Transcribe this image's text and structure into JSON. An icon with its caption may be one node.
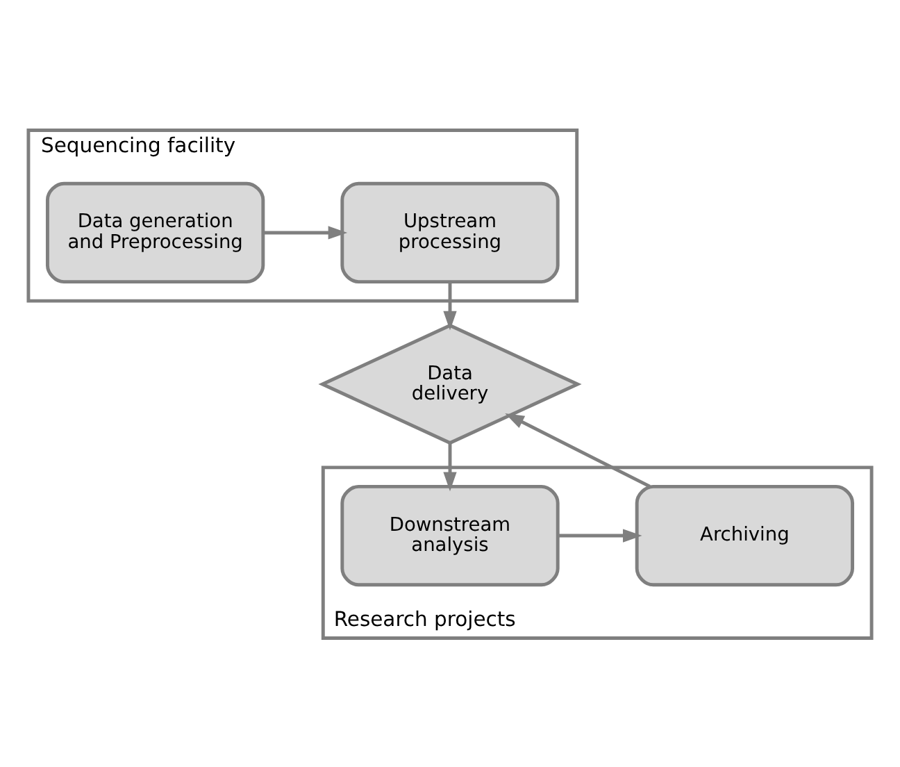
{
  "diagram": {
    "nodes": [
      {
        "text": [
          "Sequencing facility"
        ]
      },
      {
        "text": [
          "Data generation and Preprocessing"
        ],
        "in": 0
      },
      {
        "text": [
          "Upstream processing"
        ],
        "in": 0
      },
      {
        "text": [
          "Data delivery"
        ]
      },
      {
        "text": [
          "Research projects"
        ]
      },
      {
        "text": [
          "Archiving"
        ],
        "in": 4
      },
      {
        "text": [
          "Downstream analysis"
        ],
        "in": 4
      }
    ],
    "edges": [
      {
        "from": 1,
        "to": 2,
        "arrow": "to"
      },
      {
        "from": 2,
        "to": 3,
        "arrow": "to"
      },
      {
        "from": 3,
        "to": 6,
        "arrow": "to"
      },
      {
        "from": 6,
        "to": 5,
        "arrow": "to"
      },
      {
        "from": 5,
        "to": 3,
        "arrow": "to"
      }
    ]
  }
}
